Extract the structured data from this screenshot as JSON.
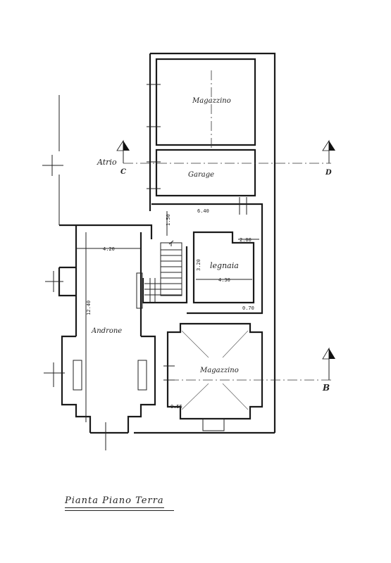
{
  "drawing_title": "Pianta Piano Terra",
  "rooms": {
    "magazzino_top": "Magazzino",
    "garage": "Garage",
    "atrio": "Atrio",
    "legnaia": "legnaia",
    "androne": "Androne",
    "magazzino_bottom": "Magazzino"
  },
  "section_markers": {
    "c": "C",
    "d": "D",
    "b": "B"
  },
  "dimensions": {
    "d_640": "6.40",
    "d_150": "1.50",
    "d_420": "4.20",
    "d_200": "2.00",
    "d_320": "3.20",
    "d_430": "4.30",
    "d_070": "0.70",
    "d_1240": "12.40",
    "d_055": "0.55"
  }
}
